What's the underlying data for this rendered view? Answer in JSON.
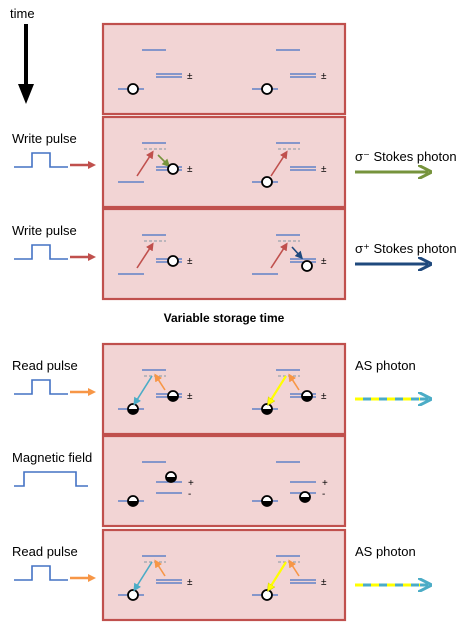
{
  "time_label": "time",
  "middle_caption": "Variable storage time",
  "plus": "+",
  "minus": "-",
  "plus_minus": "±",
  "colors": {
    "panel_fill": "#f2d4d4",
    "panel_border": "#c0504d",
    "level_line": "#4472c4",
    "red_arrow": "#c0504d",
    "green_arrow": "#76933c",
    "navy_arrow": "#1f497d",
    "orange_arrow": "#f79646",
    "cyan_arrow": "#4bacc6",
    "yellow_arrow": "#ffff00",
    "pulse_line": "#4472c4"
  },
  "rows": [
    {
      "pulse_label": "",
      "photon_label": ""
    },
    {
      "pulse_label": "Write pulse",
      "photon_label": "σ⁻ Stokes photon"
    },
    {
      "pulse_label": "Write pulse",
      "photon_label": "σ⁺ Stokes photon"
    },
    {
      "pulse_label": "Read pulse",
      "photon_label": "AS photon"
    },
    {
      "pulse_label": "Magnetic field",
      "photon_label": ""
    },
    {
      "pulse_label": "Read pulse",
      "photon_label": "AS photon"
    }
  ]
}
